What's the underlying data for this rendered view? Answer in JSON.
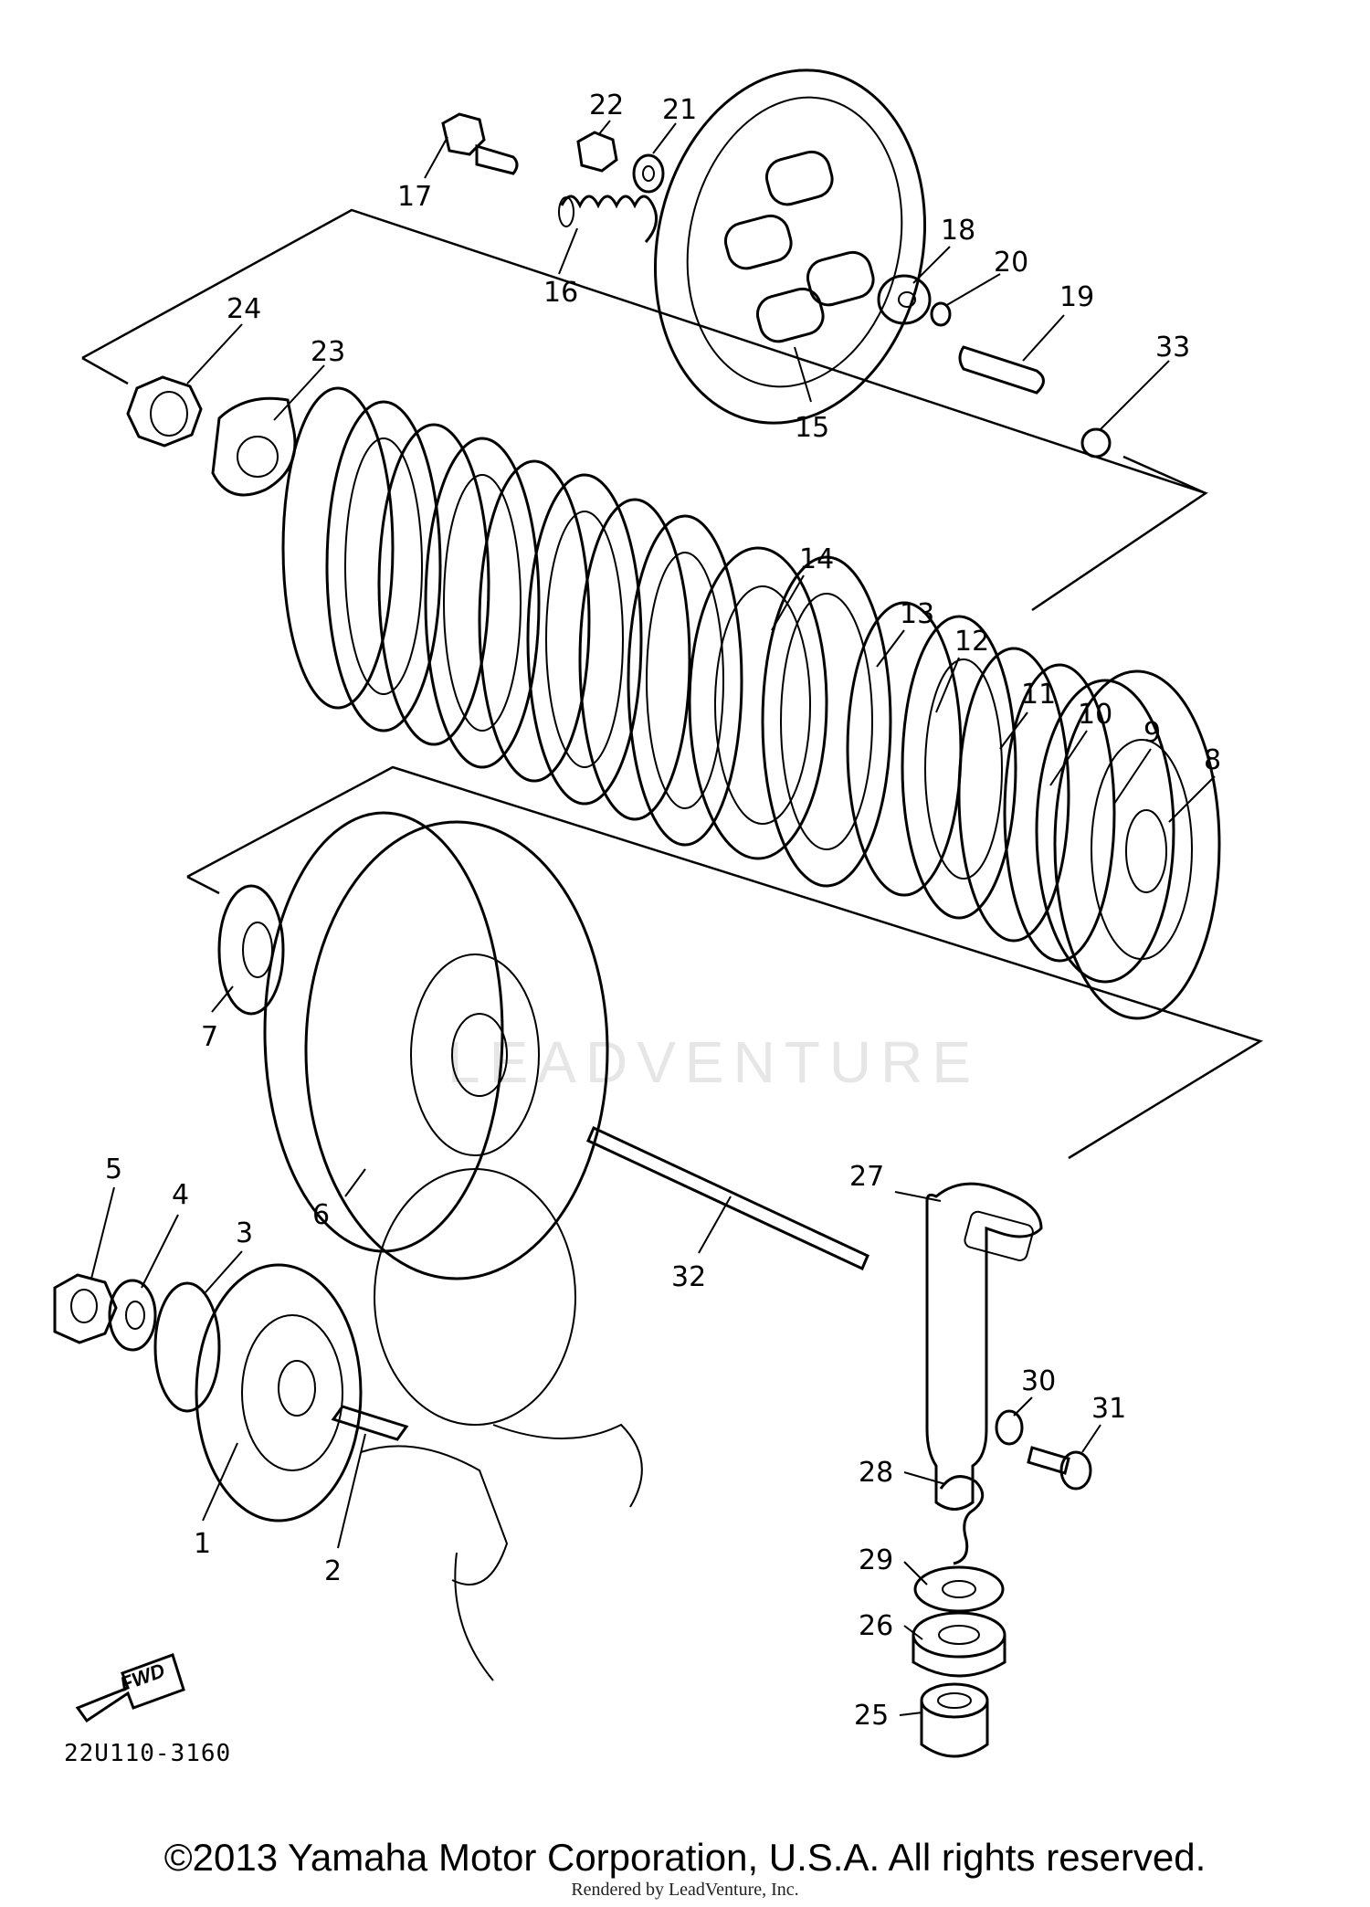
{
  "diagram": {
    "code": "22U110-3160",
    "fwd_label": "FWD",
    "watermark": "LEADVENTURE",
    "callouts": [
      "1",
      "2",
      "3",
      "4",
      "5",
      "6",
      "7",
      "8",
      "9",
      "10",
      "11",
      "12",
      "13",
      "14",
      "15",
      "16",
      "17",
      "18",
      "19",
      "20",
      "21",
      "22",
      "23",
      "24",
      "25",
      "26",
      "27",
      "28",
      "29",
      "30",
      "31",
      "32",
      "33"
    ]
  },
  "footer": {
    "copyright": "©2013 Yamaha Motor Corporation, U.S.A. All rights reserved.",
    "rendered_by": "Rendered by LeadVenture, Inc."
  }
}
